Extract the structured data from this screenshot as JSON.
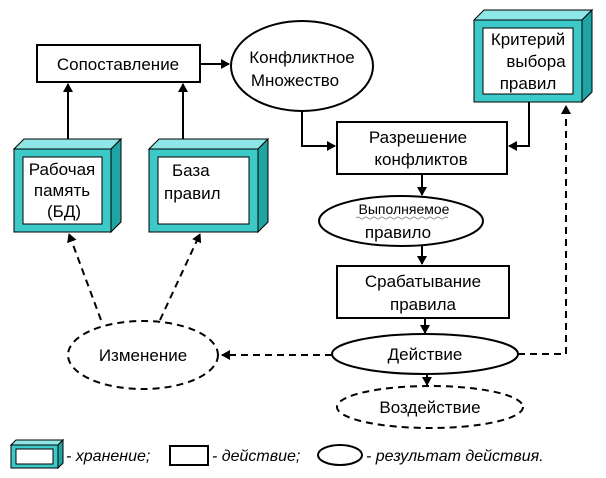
{
  "colors": {
    "stroke": "#000000",
    "storage_face": "#ffffff",
    "storage_outer": "#3ec9c9",
    "storage_top": "#8ee6e6",
    "storage_side": "#1fa3a3",
    "background": "#ffffff"
  },
  "nodes": {
    "comparison": {
      "label": "Сопоставление"
    },
    "conflict_set": {
      "label_line1": "Конфликтное",
      "label_line2": "Множество"
    },
    "rule_selection_criterion": {
      "label_line1": "Критерий",
      "label_line2": "выбора",
      "label_line3": "правил"
    },
    "working_memory": {
      "label_line1": "Рабочая",
      "label_line2": "память",
      "label_line3": "(БД)"
    },
    "rule_base": {
      "label_line1": "База",
      "label_line2": "правил"
    },
    "conflict_resolution": {
      "label_line1": "Разрешение",
      "label_line2": "конфликтов"
    },
    "executable_rule": {
      "label_line1": "Выполняемое",
      "label_line2": "правило"
    },
    "rule_firing": {
      "label_line1": "Срабатывание",
      "label_line2": "правила"
    },
    "change": {
      "label": "Изменение"
    },
    "action": {
      "label": "Действие"
    },
    "impact": {
      "label": "Воздействие"
    }
  },
  "legend": {
    "storage": "- хранение;",
    "action": "- действие;",
    "result": "- результат действия."
  }
}
